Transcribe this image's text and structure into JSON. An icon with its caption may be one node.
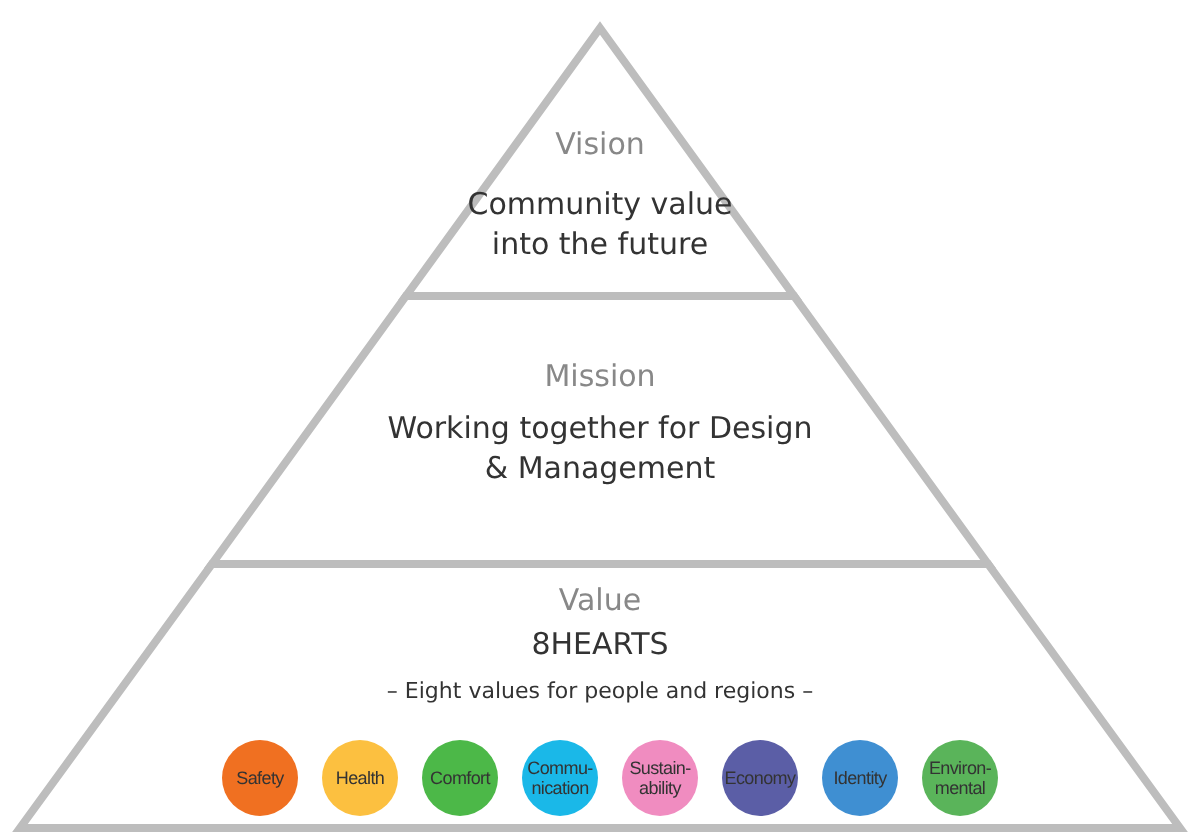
{
  "diagram": {
    "nodes": [
      {
        "text": [
          "Vision",
          "Community value into the future"
        ]
      },
      {
        "text": [
          "Mission",
          "Working together for Design & Management"
        ]
      },
      {
        "text": [
          "Value",
          "8HEARTS",
          "– Eight values for people and regions –"
        ]
      },
      {
        "text": [
          "Safety"
        ],
        "in": 2
      },
      {
        "text": [
          "Health"
        ],
        "in": 2
      },
      {
        "text": [
          "Comfort"
        ],
        "in": 2
      },
      {
        "text": [
          "Commu- nication"
        ],
        "in": 2
      },
      {
        "text": [
          "Sustain- ability"
        ],
        "in": 2
      },
      {
        "text": [
          "Economy"
        ],
        "in": 2
      },
      {
        "text": [
          "Identity"
        ],
        "in": 2
      },
      {
        "text": [
          "Environ- mental"
        ],
        "in": 2
      }
    ],
    "edges": []
  }
}
